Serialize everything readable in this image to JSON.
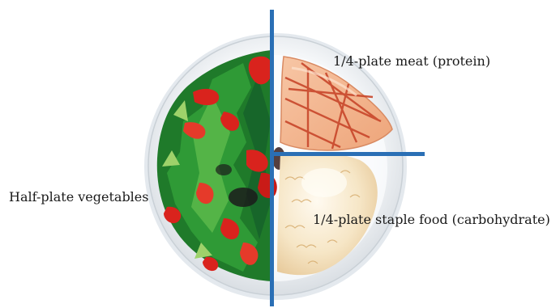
{
  "labels": {
    "meat": "1/4-plate meat (protein)",
    "vegetables": "Half-plate vegetables",
    "staple": "1/4-plate staple food (carbohydrate)"
  },
  "colors": {
    "divider": "#2a6fb5",
    "plate_rim": "#dfe5ea",
    "plate_inner": "#f7f9fb",
    "vegetable_green": "#1f7a2a",
    "pepper_red": "#d9231d",
    "meat": "#f4b58e",
    "meat_grill": "#c8462a",
    "rice": "#f6e8cc"
  },
  "icons": {
    "plate": "plate-icon",
    "vegetables": "salad-icon",
    "meat": "grilled-meat-icon",
    "staple": "rice-icon"
  }
}
